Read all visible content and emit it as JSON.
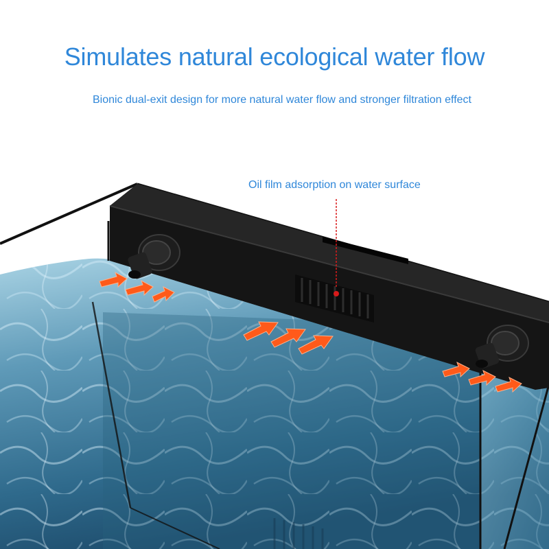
{
  "headline": "Simulates natural ecological water flow",
  "subline": "Bionic dual-exit design for more natural water flow and stronger filtration effect",
  "callout": {
    "label": "Oil film adsorption on water surface"
  },
  "colors": {
    "text_blue": "#2f87d9",
    "filter_body": "#141414",
    "water_light": "#7fb6cf",
    "water_dark": "#1f4d6e",
    "arrow_orange": "#ff5a1a",
    "callout_red": "#d81b1b"
  },
  "illustration": {
    "subject": "aquarium-with-hang-on-filter",
    "icons": [
      "outlet-nozzle-icon",
      "intake-grille-icon",
      "flow-arrow-icon"
    ]
  }
}
